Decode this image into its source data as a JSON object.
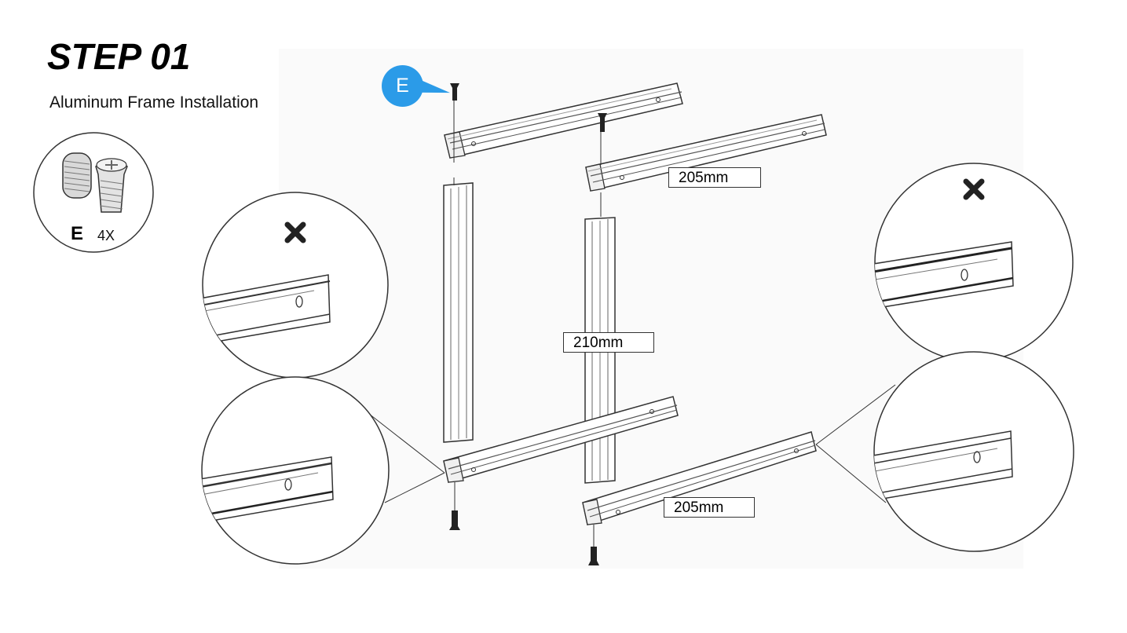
{
  "step": {
    "title": "STEP 01",
    "subtitle": "Aluminum Frame Installation"
  },
  "parts": {
    "letter": "E",
    "quantity": "4X"
  },
  "callout": {
    "label": "E"
  },
  "dimensions": {
    "top_rail": "205mm",
    "upright": "210mm",
    "bottom_rail": "205mm"
  },
  "icons": {
    "wrong_marker": "x-mark-icon",
    "screw": "screw-icon"
  },
  "colors": {
    "accent": "#2b9be8",
    "line": "#333333"
  }
}
